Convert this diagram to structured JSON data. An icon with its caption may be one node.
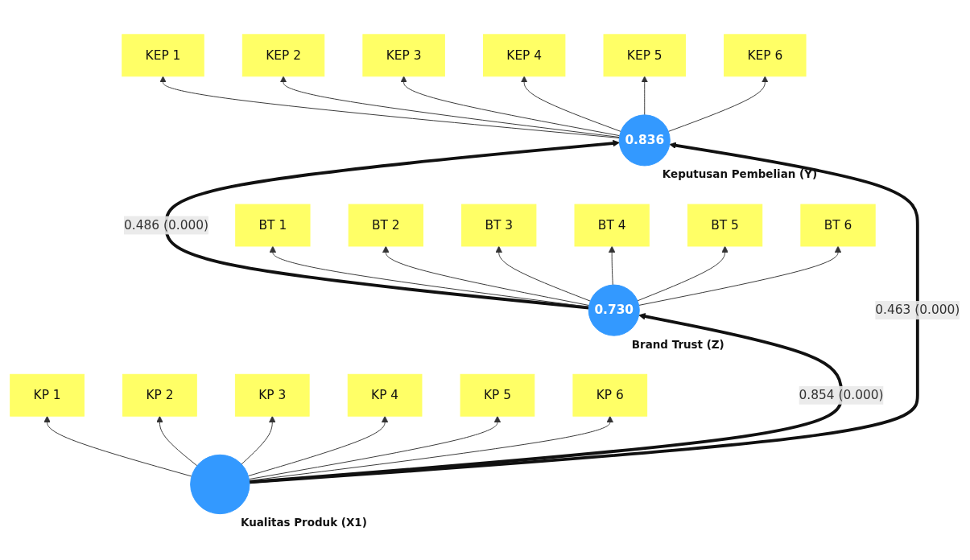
{
  "diagram": {
    "nodes": [
      {
        "text": [
          "KP 1"
        ]
      },
      {
        "text": [
          "KP 2"
        ]
      },
      {
        "text": [
          "KP 3"
        ]
      },
      {
        "text": [
          "KP 4"
        ]
      },
      {
        "text": [
          "KP 5"
        ]
      },
      {
        "text": [
          "KP 6"
        ]
      },
      {
        "text": [],
        "shape": "circle",
        "beside": [
          "Kualitas Produk (X1)"
        ]
      },
      {
        "text": [
          "BT 1"
        ]
      },
      {
        "text": [
          "BT 2"
        ]
      },
      {
        "text": [
          "BT 3"
        ]
      },
      {
        "text": [
          "BT 4"
        ]
      },
      {
        "text": [
          "BT 5"
        ]
      },
      {
        "text": [
          "BT 6"
        ]
      },
      {
        "text": [
          "0.730"
        ],
        "beside": [
          "Brand Trust (Z)"
        ]
      },
      {
        "text": [
          "KEP 1"
        ]
      },
      {
        "text": [
          "KEP 2"
        ]
      },
      {
        "text": [
          "KEP 3"
        ]
      },
      {
        "text": [
          "KEP 4"
        ]
      },
      {
        "text": [
          "KEP 5"
        ]
      },
      {
        "text": [
          "KEP 6"
        ]
      },
      {
        "text": [
          "0.836"
        ],
        "beside": [
          "Keputusan Pembelian (Y)"
        ]
      }
    ],
    "edges": [
      {
        "from": 6,
        "to": 0,
        "arrow": "to"
      },
      {
        "from": 6,
        "to": 1,
        "arrow": "to"
      },
      {
        "from": 6,
        "to": 2,
        "arrow": "to"
      },
      {
        "from": 6,
        "to": 3,
        "arrow": "to"
      },
      {
        "from": 6,
        "to": 4,
        "arrow": "to"
      },
      {
        "from": 6,
        "to": 5,
        "arrow": "to"
      },
      {
        "from": 6,
        "to": 13,
        "arrow": "to",
        "label": "0.854 (0.000)",
        "style": "thick"
      },
      {
        "from": 6,
        "to": 20,
        "arrow": "to",
        "label": "0.463 (0.000)",
        "style": "thick"
      },
      {
        "from": 13,
        "to": 20,
        "arrow": "to",
        "label": "0.486 (0.000)",
        "style": "thick"
      },
      {
        "from": 13,
        "to": 7,
        "arrow": "to"
      },
      {
        "from": 13,
        "to": 8,
        "arrow": "to"
      },
      {
        "from": 13,
        "to": 9,
        "arrow": "to"
      },
      {
        "from": 13,
        "to": 10,
        "arrow": "to"
      },
      {
        "from": 13,
        "to": 11,
        "arrow": "to"
      },
      {
        "from": 13,
        "to": 12,
        "arrow": "to"
      },
      {
        "from": 20,
        "to": 14,
        "arrow": "to"
      },
      {
        "from": 20,
        "to": 15,
        "arrow": "to"
      },
      {
        "from": 20,
        "to": 16,
        "arrow": "to"
      },
      {
        "from": 20,
        "to": 17,
        "arrow": "to"
      },
      {
        "from": 20,
        "to": 18,
        "arrow": "to"
      },
      {
        "from": 20,
        "to": 19,
        "arrow": "to"
      }
    ]
  }
}
